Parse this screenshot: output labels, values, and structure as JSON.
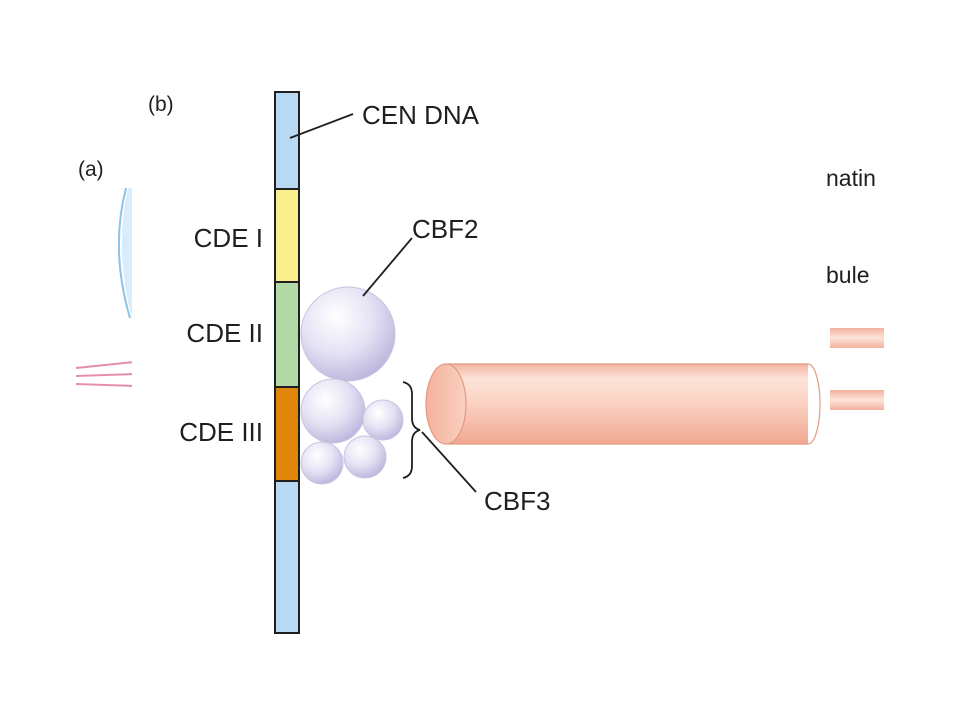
{
  "panels": {
    "a": "(a)",
    "b": "(b)"
  },
  "labels": {
    "cen_dna": "CEN DNA",
    "cde1": "CDE I",
    "cde2": "CDE II",
    "cde3": "CDE III",
    "cbf2": "CBF2",
    "cbf3": "CBF3"
  },
  "background_fragments": {
    "chromatin": "natin",
    "microtubule": "bule"
  },
  "colors": {
    "dna": "#b9d8f2",
    "cde1": "#fbee8e",
    "cde2": "#b3d9a8",
    "cde3": "#e0860a",
    "protein": "#dcdaf0",
    "microtubule": "#f6c3b2"
  }
}
